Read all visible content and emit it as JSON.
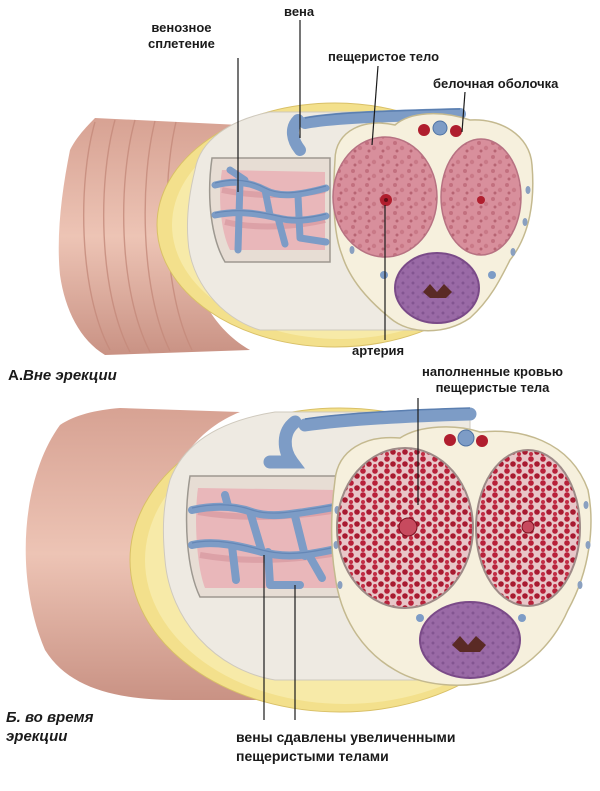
{
  "panel_a": {
    "caption_prefix": "А.",
    "caption_title": "Вне эрекции",
    "labels": {
      "venous_plexus_line1": "венозное",
      "venous_plexus_line2": "сплетение",
      "vein": "вена",
      "corpus_cavernosum": "пещеристое тело",
      "tunica_albuginea": "белочная оболочка",
      "artery": "артерия"
    }
  },
  "panel_b": {
    "caption_line1": "Б. во время",
    "caption_line2": "эрекции",
    "labels": {
      "filled_line1": "наполненные кровью",
      "filled_line2": "пещеристые тела",
      "compressed_line1": "вены сдавлены увеличенными",
      "compressed_line2": "пещеристыми телами"
    }
  },
  "colors": {
    "skin": "#e3b5a5",
    "fat_layer": "#f3e08c",
    "fascia": "#efeae0",
    "vein": "#7d9cc6",
    "vein_dark": "#4f73a4",
    "tissue_flaccid": "#d88f9c",
    "tissue_erect": "#b8213a",
    "spongiosum": "#9a6aa6",
    "artery": "#b01e2e"
  }
}
